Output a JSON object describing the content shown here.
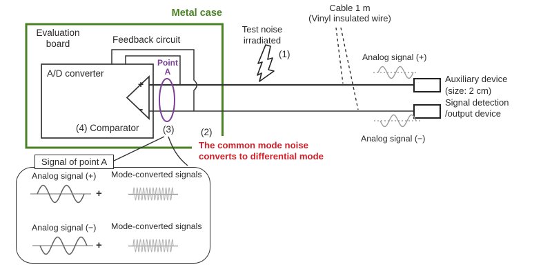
{
  "colors": {
    "case_green": "#4a8122",
    "note_red": "#d0202a",
    "point_purple": "#7b3f9a",
    "ink": "#2a2a2a",
    "wire": "#333333",
    "wave_gray": "#9a9a9a",
    "panel_wave_gray": "#5f5f5f",
    "noise_gray": "#b0b0b0",
    "baseline_gray": "#8a8a8a"
  },
  "metal_case": {
    "label": "Metal case"
  },
  "board": {
    "line1": "Evaluation",
    "line2": "board"
  },
  "feedback": {
    "label": "Feedback circuit"
  },
  "adc": {
    "label": "A/D converter",
    "comparator": "(4) Comparator",
    "plus": "+",
    "minus": "-"
  },
  "point_a": {
    "line1": "Point",
    "line2": "A"
  },
  "markers": {
    "one": "(1)",
    "two": "(2)",
    "three": "(3)"
  },
  "noise_src": {
    "line1": "Test noise",
    "line2": "irradiated"
  },
  "cable": {
    "line1": "Cable 1 m",
    "line2": "(Vinyl insulated wire)"
  },
  "signals": {
    "plus": "Analog signal (+)",
    "minus": "Analog signal (−)"
  },
  "devices": {
    "line1": "Auxiliary device",
    "line2": "(size: 2 cm)",
    "line3": "Signal detection",
    "line4": "/output device"
  },
  "note": {
    "line1": "The common mode noise",
    "line2": "converts to differential mode"
  },
  "panel": {
    "title": "Signal of point A",
    "row1_left": "Analog signal (+)",
    "row1_right": "Mode-converted signals",
    "row2_left": "Analog signal (−)",
    "row2_right": "Mode-converted signals",
    "plus": "+"
  },
  "icons": {
    "bolt": "lightning-noise-icon",
    "sine": "sine-wave-icon",
    "noise": "noise-burst-icon",
    "probe": "point-a-ellipse-icon"
  }
}
